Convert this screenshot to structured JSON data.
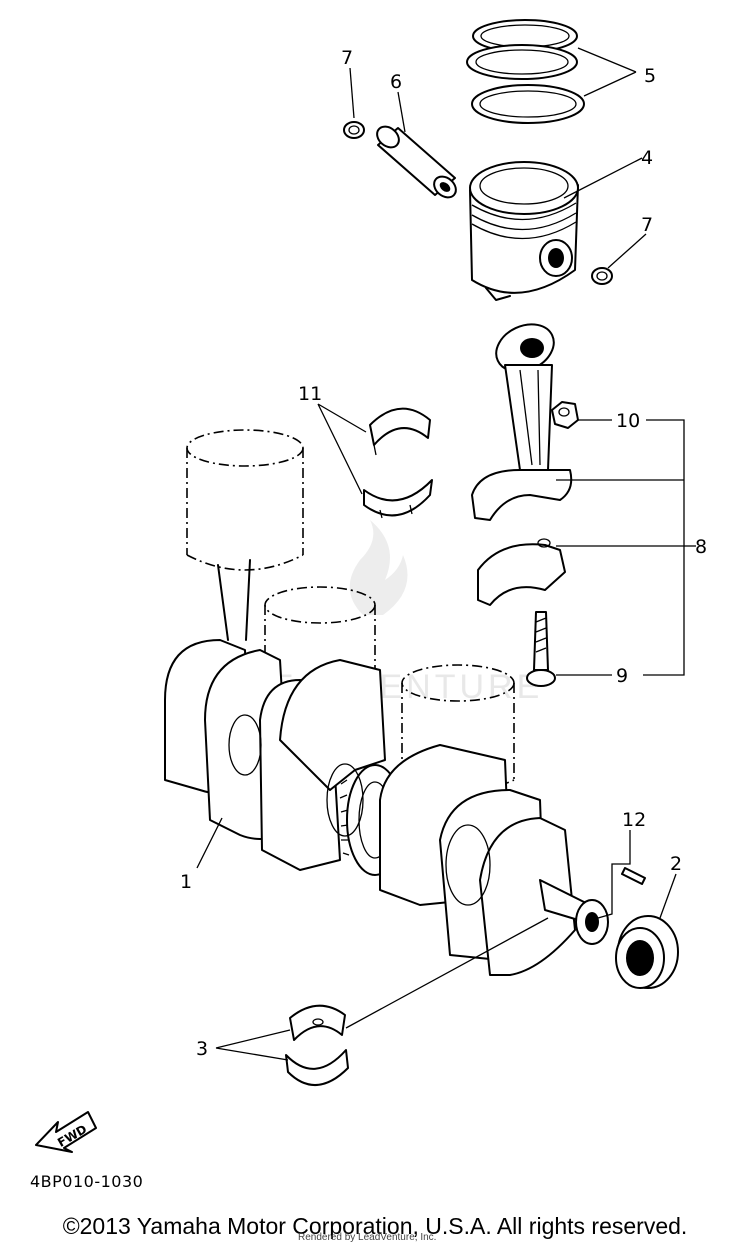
{
  "callouts": {
    "c1": "1",
    "c2": "2",
    "c3": "3",
    "c4": "4",
    "c5": "5",
    "c6": "6",
    "c7a": "7",
    "c7b": "7",
    "c8": "8",
    "c9": "9",
    "c10": "10",
    "c11": "11",
    "c12": "12"
  },
  "watermark": "LEADVENTURE",
  "fwd_label": "FWD",
  "part_code": "4BP010-1030",
  "copyright": "©2013 Yamaha Motor Corporation, U.S.A. All rights reserved.",
  "rendered_by": "Rendered by LeadVenture, Inc."
}
